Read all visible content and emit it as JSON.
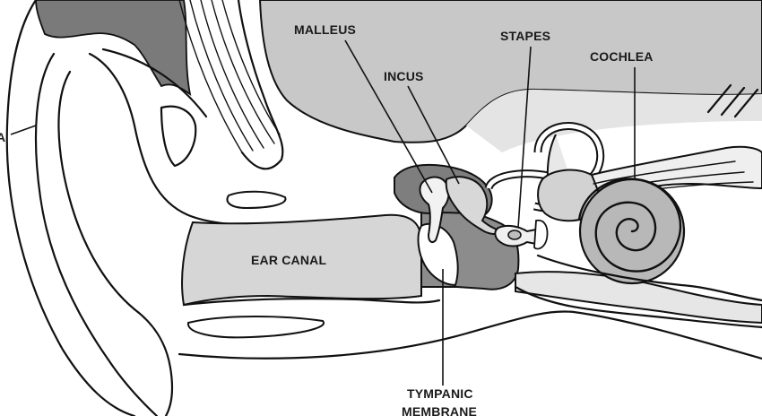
{
  "labels": {
    "malleus": "MALLEUS",
    "incus": "INCUS",
    "stapes": "STAPES",
    "cochlea": "COCHLEA",
    "ear_canal": "EAR CANAL",
    "tympanic_line1": "TYMPANIC",
    "tympanic_line2": "MEMBRANE",
    "pinna_fragment": "A"
  },
  "colors": {
    "background": "#ffffff",
    "outline": "#111111",
    "canal_fill": "#d6d6d6",
    "bone_fill": "#bdbdbd",
    "dark_fill": "#8c8c8c",
    "hair_fill": "#7a7a7a",
    "cochlea_fill": "#b8b8b8"
  }
}
